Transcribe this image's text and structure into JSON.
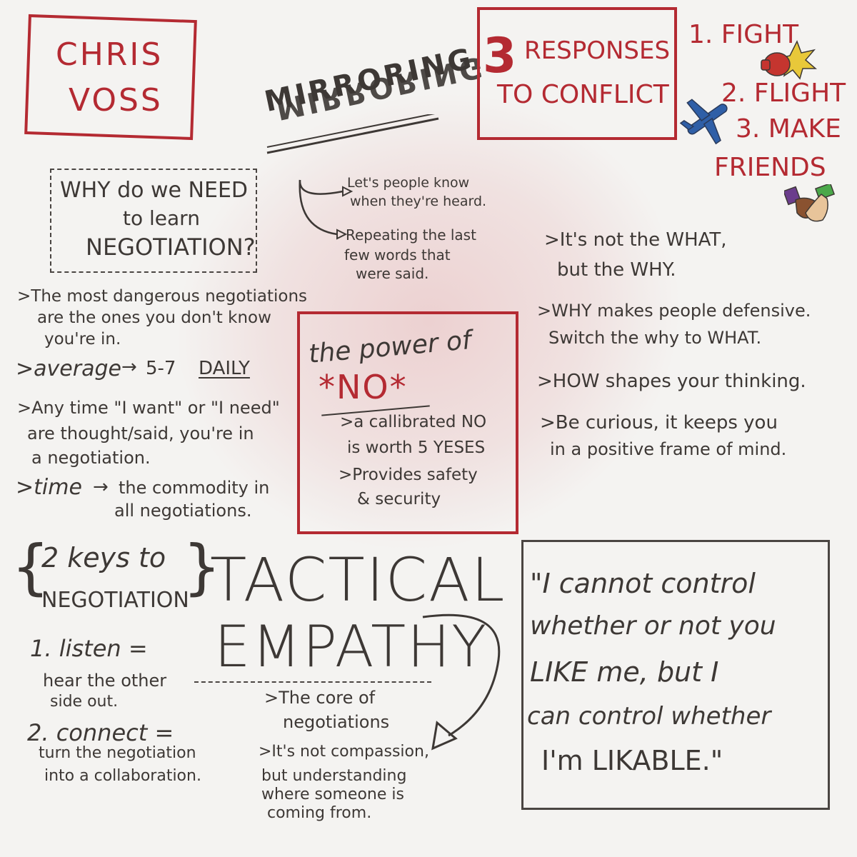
{
  "title": {
    "line1": "CHRIS",
    "line2": "VOSS"
  },
  "why": {
    "line1": "WHY do we NEED",
    "line2": "to learn",
    "line3": "NEGOTIATION?",
    "bullets": [
      ">The most dangerous negotiations",
      "are the ones you don't know",
      "you're in.",
      ">average",
      "5-7",
      "DAILY",
      ">Any time \"I want\" or \"I need\"",
      "are thought/said, you're in",
      "a negotiation.",
      ">time",
      "the commodity in",
      "all negotiations."
    ]
  },
  "mirroring": {
    "title": "MIRRORING",
    "reflection": "MIRRORING",
    "point1_l1": "Let's people know",
    "point1_l2": "when they're heard.",
    "point2_l1": "Repeating the last",
    "point2_l2": "few words that",
    "point2_l3": "were said."
  },
  "responses": {
    "number": "3",
    "title_l1": "RESPONSES",
    "title_l2": "TO CONFLICT",
    "item1": "1. FIGHT",
    "item2": "2. FLIGHT",
    "item3_l1": "3. MAKE",
    "item3_l2": "FRIENDS"
  },
  "power_of_no": {
    "title": "the power of",
    "big": "*NO*",
    "l1": ">a callibrated NO",
    "l2": "is worth 5 YESES",
    "l3": ">Provides safety",
    "l4": "& security"
  },
  "why_what": {
    "l1": ">It's not the WHAT,",
    "l2": "but the WHY.",
    "l3": ">WHY makes people defensive.",
    "l4": "Switch the why to WHAT.",
    "l5": ">HOW shapes your thinking.",
    "l6": ">Be curious, it keeps you",
    "l7": "in a positive frame of mind."
  },
  "keys": {
    "l1": "2 keys to",
    "l2": "NEGOTIATION",
    "k1": "1. listen =",
    "k1a": "hear the other",
    "k1b": "side out.",
    "k2": "2. connect =",
    "k2a": "turn the negotiation",
    "k2b": "into a collaboration."
  },
  "tactical": {
    "l1": "TACTICAL",
    "l2": "EMPATHY",
    "c1": ">The core of",
    "c2": "negotiations",
    "c3": ">It's not compassion,",
    "c4": "but understanding",
    "c5": "where someone is",
    "c6": "coming from."
  },
  "quote": {
    "l1": "\"I cannot control",
    "l2": "whether or not you",
    "l3": "LIKE me, but I",
    "l4": "can control whether",
    "l5": "I'm LIKABLE.\""
  },
  "icons": [
    "boxing-glove-icon",
    "airplane-icon",
    "handshake-icon"
  ],
  "colors": {
    "accent": "#b42a32",
    "ink": "#3d3835",
    "paper": "#f4f3f1"
  }
}
